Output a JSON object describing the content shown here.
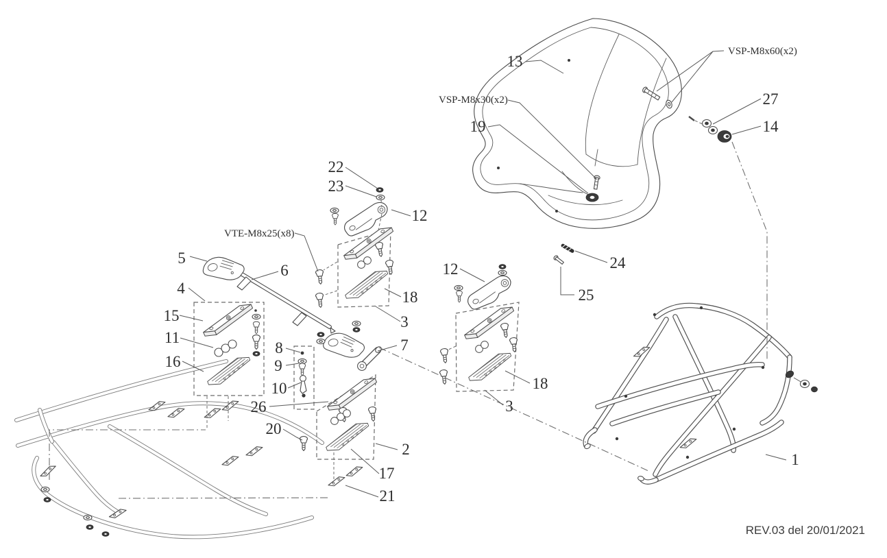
{
  "diagram": {
    "type": "exploded-parts-diagram",
    "subject": "Kart seat assembly exploded view",
    "revision": "REV.03 del 20/01/2021",
    "fastener_labels": {
      "vsp_m8x60": "VSP-M8x60(x2)",
      "vsp_m8x30": "VSP-M8x30(x2)",
      "vte_m8x25": "VTE-M8x25(x8)"
    },
    "callouts": {
      "c1": "1",
      "c2": "2",
      "c3": "3",
      "c4": "4",
      "c5": "5",
      "c6": "6",
      "c7": "7",
      "c8": "8",
      "c9": "9",
      "c10": "10",
      "c11": "11",
      "c12": "12",
      "c13": "13",
      "c14": "14",
      "c15": "15",
      "c16": "16",
      "c17": "17",
      "c18": "18",
      "c19": "19",
      "c20": "20",
      "c21": "21",
      "c22": "22",
      "c23": "23",
      "c24": "24",
      "c25": "25",
      "c26": "26",
      "c27": "27"
    },
    "colors": {
      "line": "#4a4a4a",
      "label": "#2d2d2d",
      "background": "#ffffff"
    }
  }
}
